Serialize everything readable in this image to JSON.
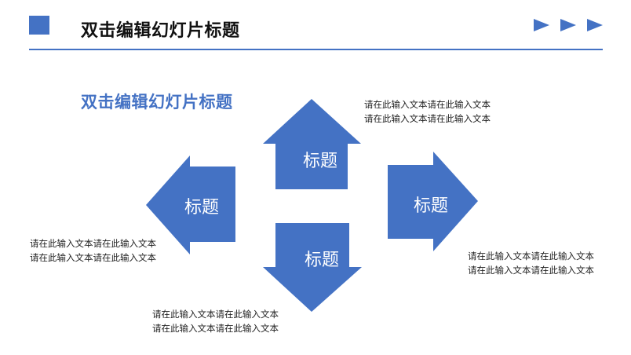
{
  "header": {
    "title": "双击编辑幻灯片标题"
  },
  "subtitle": "双击编辑幻灯片标题",
  "colors": {
    "accent": "#4472c4"
  },
  "icons": [
    "play-arrow-icon",
    "play-arrow-icon",
    "play-arrow-icon"
  ],
  "diagram": {
    "arrows": [
      {
        "direction": "up",
        "label": "标题",
        "text_line1": "请在此输入文本请在此输入文本",
        "text_line2": "请在此输入文本请在此输入文本"
      },
      {
        "direction": "left",
        "label": "标题",
        "text_line1": "请在此输入文本请在此输入文本",
        "text_line2": "请在此输入文本请在此输入文本"
      },
      {
        "direction": "right",
        "label": "标题",
        "text_line1": "请在此输入文本请在此输入文本",
        "text_line2": "请在此输入文本请在此输入文本"
      },
      {
        "direction": "down",
        "label": "标题",
        "text_line1": "请在此输入文本请在此输入文本",
        "text_line2": "请在此输入文本请在此输入文本"
      }
    ]
  }
}
